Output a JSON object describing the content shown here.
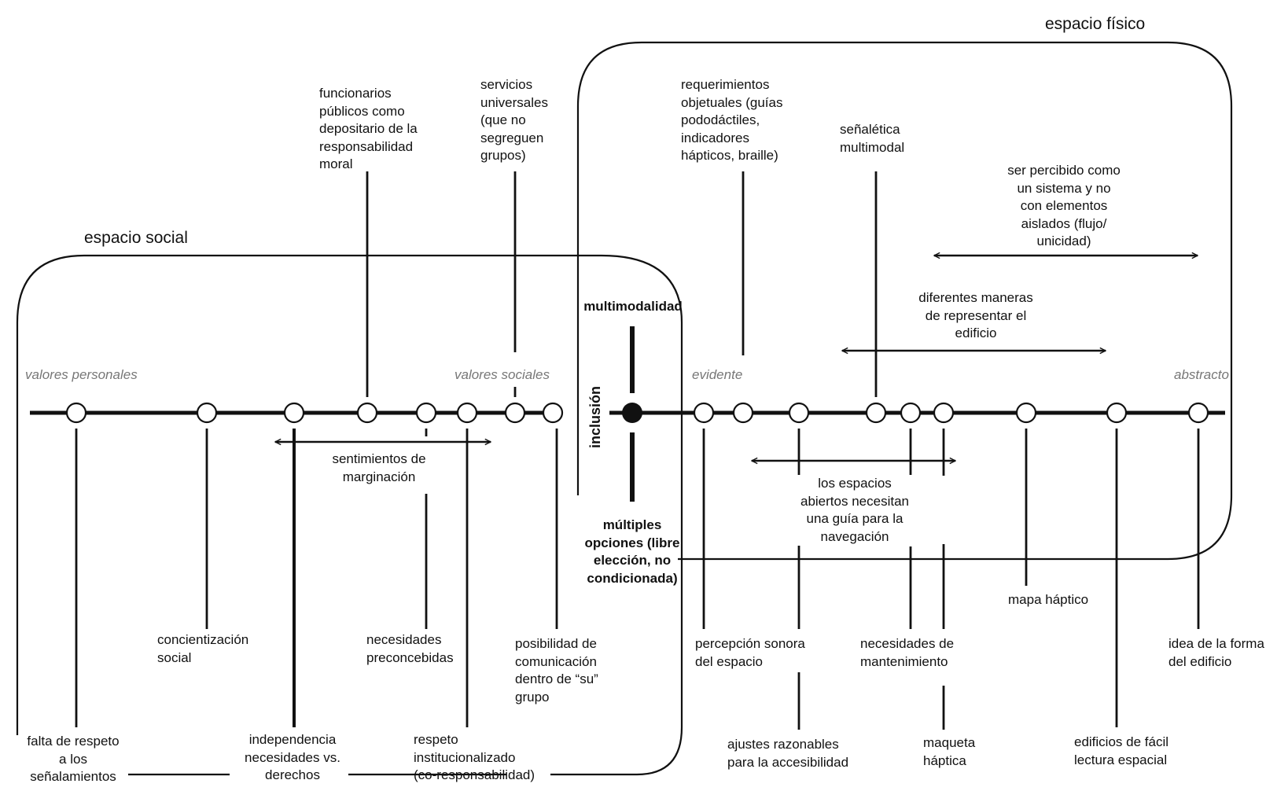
{
  "regions": {
    "social": "espacio social",
    "physical": "espacio físico"
  },
  "poles": {
    "personal": "valores personales",
    "social": "valores sociales",
    "evident": "evidente",
    "abstract": "abstracto"
  },
  "center": {
    "vertical": "inclusión",
    "top": "multimodalidad",
    "bottom": "múltiples\nopciones (libre\nelección, no\ncondicionada)"
  },
  "labels": {
    "funcionarios": "funcionarios\npúblicos como\ndepositario de la\nresponsabilidad\nmoral",
    "servicios": "servicios\nuniversales\n(que no\nsegreguen\ngrupos)",
    "requerimientos": "requerimientos\nobjetuales (guías\npododáctiles,\nindicadores\nhápticos, braille)",
    "senaletica": "señalética\nmultimodal",
    "percibido": "ser percibido como\nun sistema y no\ncon elementos\naislados (flujo/\nunicidad)",
    "maneras": "diferentes maneras\nde representar el\nedificio",
    "sentimientos": "sentimientos de\nmarginación",
    "espacios_abiertos": "los espacios\nabiertos necesitan\nuna guía para la\nnavegación",
    "concientizacion": "concientización\nsocial",
    "necesidades_preconcebidas": "necesidades\npreconcebidas",
    "posibilidad": "posibilidad de\ncomunicación\ndentro de “su”\ngrupo",
    "percepcion_sonora": "percepción sonora\ndel espacio",
    "mantenimiento": "necesidades de\nmantenimiento",
    "mapa_haptico": "mapa háptico",
    "idea_forma": "idea de la forma\ndel edificio",
    "falta_respeto": "falta de respeto\na los\nseñalamientos",
    "independencia": "independencia\nnecesidades vs.\nderechos",
    "respeto_inst": "respeto\ninstitucionalizado\n(co-responsabilidad)",
    "ajustes": "ajustes razonables\npara la accesibilidad",
    "maqueta": "maqueta\nháptica",
    "edificios_lectura": "edificios de fácil\nlectura espacial"
  }
}
